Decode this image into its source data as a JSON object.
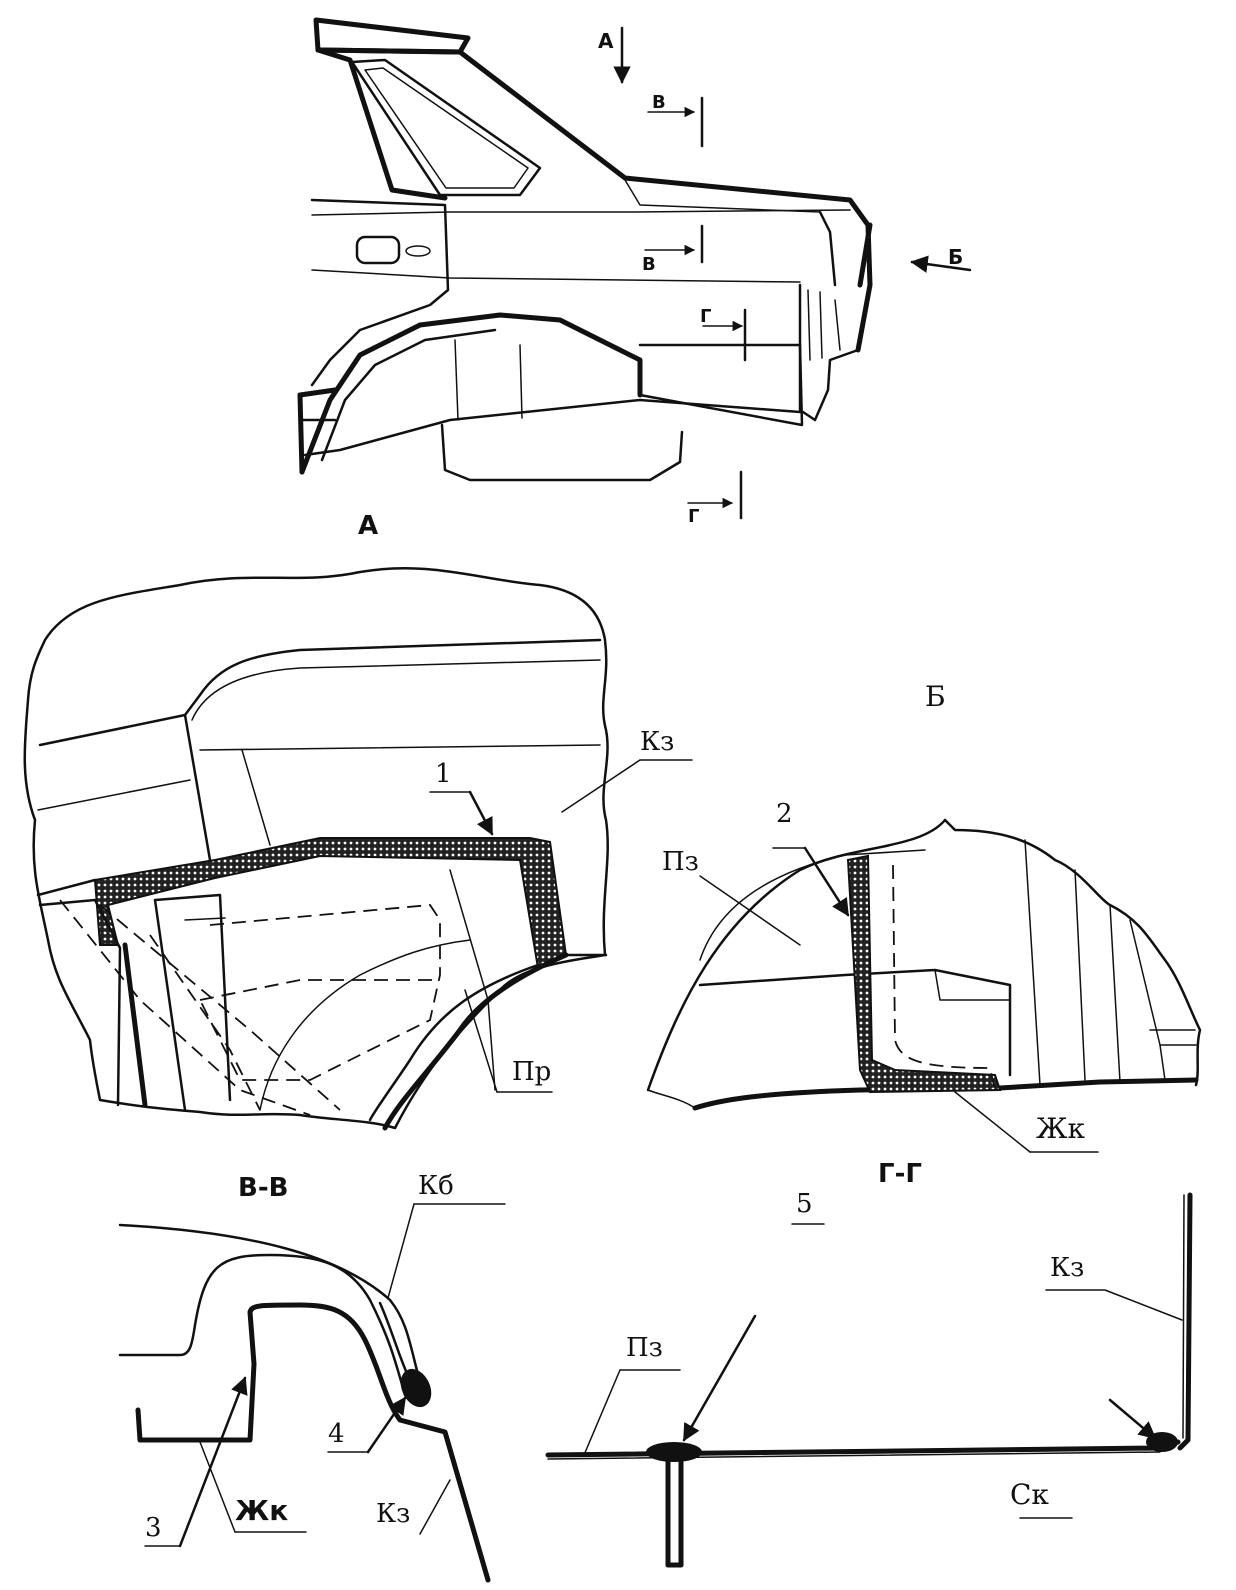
{
  "top_view": {
    "title": "А",
    "view_arrow_a": "А",
    "view_arrow_b": "Б",
    "section_b_top": "В",
    "section_b_bottom": "В",
    "section_g_top": "Г",
    "section_g_bottom": "Г"
  },
  "detail_a": {
    "label_kz": "Кз",
    "label_1": "1",
    "label_pr": "Пр"
  },
  "detail_b": {
    "title": "Б",
    "label_2": "2",
    "label_pz": "Пз",
    "label_zhk": "Жк"
  },
  "section_vv": {
    "title": "В-В",
    "label_kb": "Кб",
    "label_3": "3",
    "label_4": "4",
    "label_zhk": "Жк",
    "label_kz": "Кз"
  },
  "section_gg": {
    "title": "Г-Г",
    "label_5": "5",
    "label_kz": "Кз",
    "label_pz": "Пз",
    "label_sk": "Ск"
  }
}
